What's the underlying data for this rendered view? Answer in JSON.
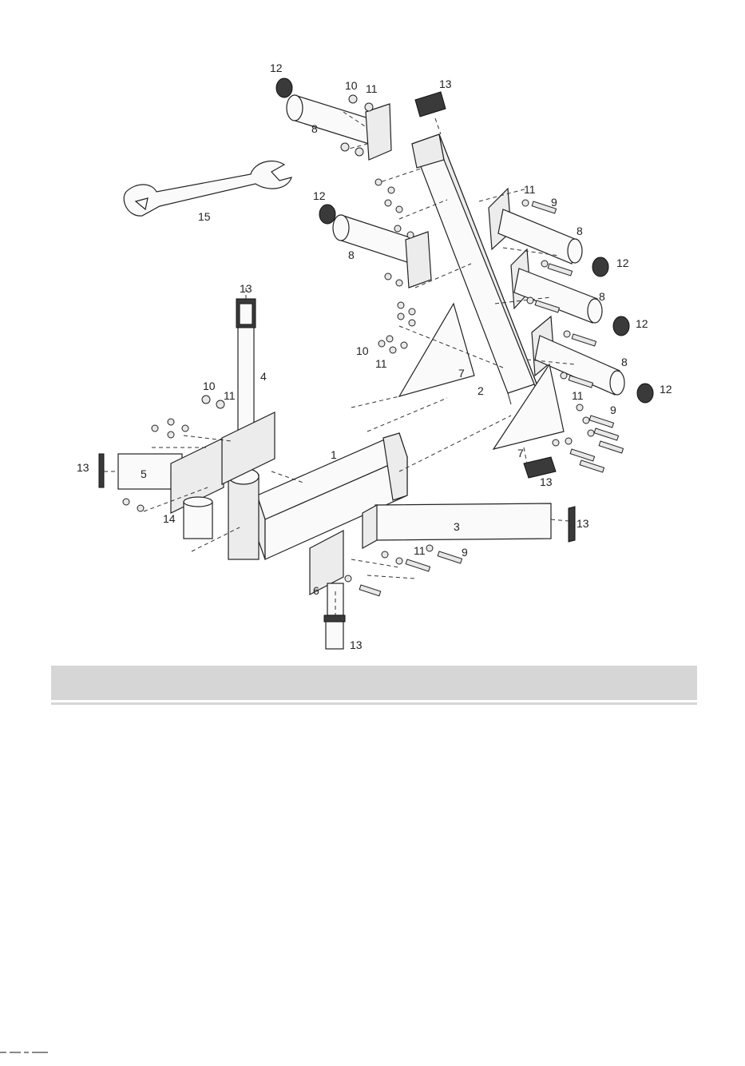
{
  "section": {
    "title": ""
  },
  "labels": {
    "p1": "1",
    "p2": "2",
    "p3": "3",
    "p4": "4",
    "p5": "5",
    "p6": "6",
    "p7a": "7",
    "p7b": "7",
    "p8a": "8",
    "p8b": "8",
    "p8c": "8",
    "p8d": "8",
    "p8e": "8",
    "p9a": "9",
    "p9b": "9",
    "p9c": "9",
    "p10a": "10",
    "p10b": "10",
    "p10c": "10",
    "p11a": "11",
    "p11b": "11",
    "p11c": "11",
    "p11d": "11",
    "p11e": "11",
    "p11f": "11",
    "p12a": "12",
    "p12b": "12",
    "p12c": "12",
    "p12d": "12",
    "p12e": "12",
    "p13a": "13",
    "p13b": "13",
    "p13c": "13",
    "p13d": "13",
    "p13e": "13",
    "p13f": "13",
    "p14": "14",
    "p15": "15"
  }
}
